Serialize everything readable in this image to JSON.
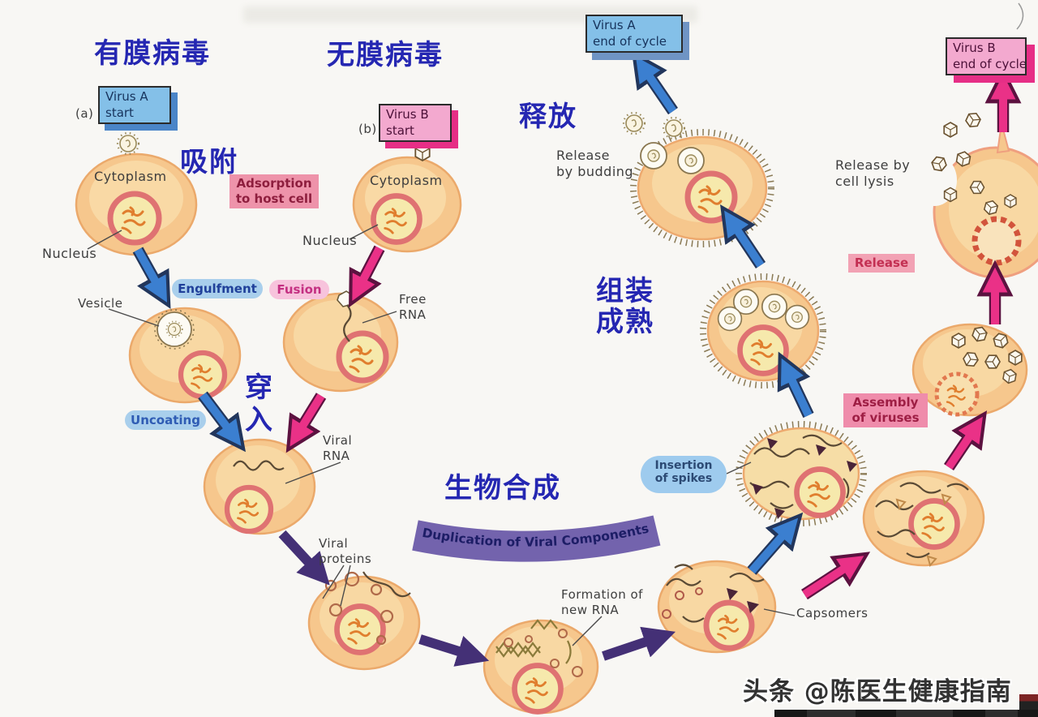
{
  "diagram": {
    "titles": {
      "enveloped": "有膜病毒",
      "nonenveloped": "无膜病毒"
    },
    "stages": {
      "adsorption": "吸附",
      "penetration": "穿入",
      "biosynthesis": "生物合成",
      "assembly_line1": "组装",
      "assembly_line2": "成熟",
      "release": "释放"
    },
    "markers": {
      "a": "(a)",
      "b": "(b)"
    },
    "boxes": {
      "virus_a_start1": "Virus A",
      "virus_a_start2": "start",
      "virus_b_start1": "Virus B",
      "virus_b_start2": "start",
      "virus_a_end1": "Virus A",
      "virus_a_end2": "end of cycle",
      "virus_b_end1": "Virus B",
      "virus_b_end2": "end of cycle"
    },
    "process": {
      "adsorption1": "Adsorption",
      "adsorption2": "to host cell",
      "engulfment": "Engulfment",
      "fusion": "Fusion",
      "uncoating": "Uncoating",
      "duplication": "Duplication of Viral Components",
      "insertion1": "Insertion",
      "insertion2": "of spikes",
      "assembly1": "Assembly",
      "assembly2": "of viruses",
      "release_tag": "Release",
      "release_budding1": "Release",
      "release_budding2": "by budding",
      "release_lysis1": "Release by",
      "release_lysis2": "cell lysis"
    },
    "parts": {
      "cytoplasm_a": "Cytoplasm",
      "nucleus_a": "Nucleus",
      "cytoplasm_b": "Cytoplasm",
      "nucleus_b": "Nucleus",
      "vesicle": "Vesicle",
      "free_rna1": "Free",
      "free_rna2": "RNA",
      "viral_rna1": "Viral",
      "viral_rna2": "RNA",
      "viral_proteins1": "Viral",
      "viral_proteins2": "proteins",
      "formation1": "Formation of",
      "formation2": "new RNA",
      "capsomers": "Capsomers"
    },
    "watermark": "头条 @陈医生健康指南",
    "colors": {
      "chinese_text": "#2527b2",
      "virus_a_box": "#84c0e8",
      "virus_a_shadow": "#4a85c8",
      "virus_b_box": "#f3a9cf",
      "virus_b_shadow": "#e62e86",
      "pink_tag": "#ee93aa",
      "pink_tag_text": "#8e1e3e",
      "blue_pill": "#a9cfec",
      "blue_arrow": "#3b7fd0",
      "pink_arrow": "#ea3187",
      "purple_arrow": "#443076",
      "banner_purple": "#7363ad",
      "cell_fill": "#f6c78d",
      "nucleus_ring": "#df7272"
    }
  }
}
